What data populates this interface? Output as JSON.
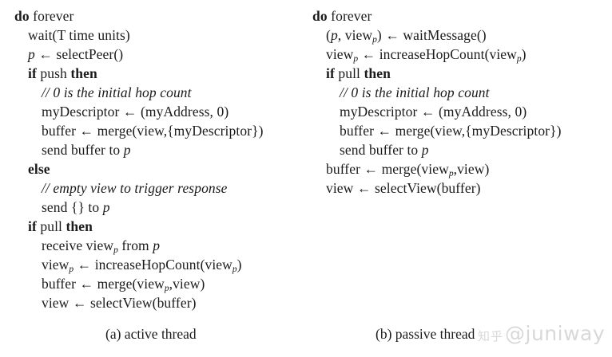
{
  "figure": {
    "columns": [
      {
        "id": "a",
        "caption": "(a) active thread",
        "lines": [
          {
            "indent": 0,
            "segments": [
              {
                "style": "kw",
                "text": "do"
              },
              {
                "style": "plain",
                "text": " forever"
              }
            ]
          },
          {
            "indent": 1,
            "segments": [
              {
                "style": "plain",
                "text": "wait(T time units)"
              }
            ]
          },
          {
            "indent": 1,
            "segments": [
              {
                "style": "var",
                "text": "p"
              },
              {
                "style": "plain",
                "text": " ← selectPeer()"
              }
            ]
          },
          {
            "indent": 1,
            "segments": [
              {
                "style": "kw",
                "text": "if"
              },
              {
                "style": "plain",
                "text": " push "
              },
              {
                "style": "kw",
                "text": "then"
              }
            ]
          },
          {
            "indent": 2,
            "segments": [
              {
                "style": "cmt",
                "text": "// 0 is the initial hop count"
              }
            ]
          },
          {
            "indent": 2,
            "segments": [
              {
                "style": "plain",
                "text": "myDescriptor ← (myAddress, 0)"
              }
            ]
          },
          {
            "indent": 2,
            "segments": [
              {
                "style": "plain",
                "text": "buffer ← merge(view,{myDescriptor})"
              }
            ]
          },
          {
            "indent": 2,
            "segments": [
              {
                "style": "plain",
                "text": "send buffer to "
              },
              {
                "style": "var",
                "text": "p"
              }
            ]
          },
          {
            "indent": 1,
            "segments": [
              {
                "style": "kw",
                "text": "else"
              }
            ]
          },
          {
            "indent": 2,
            "segments": [
              {
                "style": "cmt",
                "text": "// empty view to trigger response"
              }
            ]
          },
          {
            "indent": 2,
            "segments": [
              {
                "style": "plain",
                "text": "send {} to "
              },
              {
                "style": "var",
                "text": "p"
              }
            ]
          },
          {
            "indent": 1,
            "segments": [
              {
                "style": "kw",
                "text": "if"
              },
              {
                "style": "plain",
                "text": " pull "
              },
              {
                "style": "kw",
                "text": "then"
              }
            ]
          },
          {
            "indent": 2,
            "segments": [
              {
                "style": "plain",
                "text": "receive view"
              },
              {
                "style": "sub",
                "text": "p"
              },
              {
                "style": "plain",
                "text": " from "
              },
              {
                "style": "var",
                "text": "p"
              }
            ]
          },
          {
            "indent": 2,
            "segments": [
              {
                "style": "plain",
                "text": "view"
              },
              {
                "style": "sub",
                "text": "p"
              },
              {
                "style": "plain",
                "text": " ← increaseHopCount(view"
              },
              {
                "style": "sub",
                "text": "p"
              },
              {
                "style": "plain",
                "text": ")"
              }
            ]
          },
          {
            "indent": 2,
            "segments": [
              {
                "style": "plain",
                "text": "buffer ← merge(view"
              },
              {
                "style": "sub",
                "text": "p"
              },
              {
                "style": "plain",
                "text": ",view)"
              }
            ]
          },
          {
            "indent": 2,
            "segments": [
              {
                "style": "plain",
                "text": "view ← selectView(buffer)"
              }
            ]
          }
        ]
      },
      {
        "id": "b",
        "caption": "(b) passive thread",
        "lines": [
          {
            "indent": 0,
            "segments": [
              {
                "style": "kw",
                "text": "do"
              },
              {
                "style": "plain",
                "text": " forever"
              }
            ]
          },
          {
            "indent": 1,
            "segments": [
              {
                "style": "plain",
                "text": "("
              },
              {
                "style": "var",
                "text": "p"
              },
              {
                "style": "plain",
                "text": ", view"
              },
              {
                "style": "sub",
                "text": "p"
              },
              {
                "style": "plain",
                "text": ") ← waitMessage()"
              }
            ]
          },
          {
            "indent": 1,
            "segments": [
              {
                "style": "plain",
                "text": "view"
              },
              {
                "style": "sub",
                "text": "p"
              },
              {
                "style": "plain",
                "text": " ← increaseHopCount(view"
              },
              {
                "style": "sub",
                "text": "p"
              },
              {
                "style": "plain",
                "text": ")"
              }
            ]
          },
          {
            "indent": 1,
            "segments": [
              {
                "style": "kw",
                "text": "if"
              },
              {
                "style": "plain",
                "text": " pull "
              },
              {
                "style": "kw",
                "text": "then"
              }
            ]
          },
          {
            "indent": 2,
            "segments": [
              {
                "style": "cmt",
                "text": "// 0 is the initial hop count"
              }
            ]
          },
          {
            "indent": 2,
            "segments": [
              {
                "style": "plain",
                "text": "myDescriptor ← (myAddress, 0)"
              }
            ]
          },
          {
            "indent": 2,
            "segments": [
              {
                "style": "plain",
                "text": "buffer ← merge(view,{myDescriptor})"
              }
            ]
          },
          {
            "indent": 2,
            "segments": [
              {
                "style": "plain",
                "text": "send buffer to "
              },
              {
                "style": "var",
                "text": "p"
              }
            ]
          },
          {
            "indent": 1,
            "segments": [
              {
                "style": "plain",
                "text": "buffer ← merge(view"
              },
              {
                "style": "sub",
                "text": "p"
              },
              {
                "style": "plain",
                "text": ",view)"
              }
            ]
          },
          {
            "indent": 1,
            "segments": [
              {
                "style": "plain",
                "text": "view ← selectView(buffer)"
              }
            ]
          }
        ]
      }
    ]
  },
  "watermark": {
    "site": "知乎",
    "handle": "@juniway"
  },
  "colors": {
    "background": "#ffffff",
    "text": "#1b1b1b",
    "watermark": "#d8d8d8"
  }
}
